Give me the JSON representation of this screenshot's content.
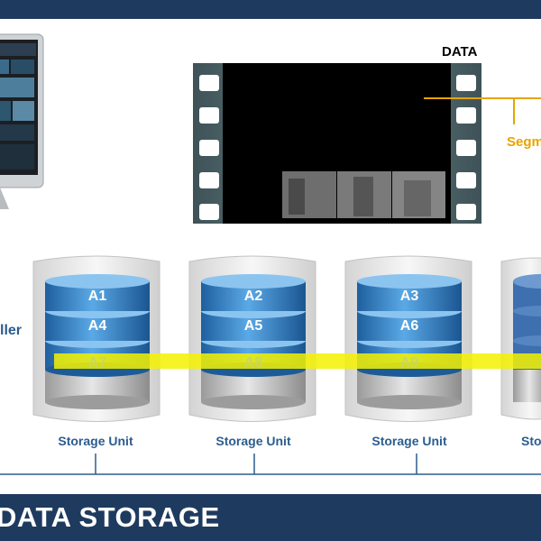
{
  "header": {
    "title": "DATA STORAGE"
  },
  "film": {
    "data_label": "DATA",
    "segment_label": "Segm"
  },
  "controller": {
    "label": "ller"
  },
  "storage_units": [
    {
      "label": "Storage Unit",
      "blocks": [
        "A1",
        "A4",
        "A7"
      ]
    },
    {
      "label": "Storage Unit",
      "blocks": [
        "A2",
        "A5",
        "A8"
      ]
    },
    {
      "label": "Storage Unit",
      "blocks": [
        "A3",
        "A6",
        "A9"
      ]
    },
    {
      "label": "Sto",
      "blocks": [
        "",
        "",
        ""
      ]
    }
  ],
  "colors": {
    "navy": "#1f3a5f",
    "disk_blue": "#2f7fc6",
    "stripe_yellow": "#f5f200",
    "segment_orange": "#e7a400",
    "label_blue": "#2b5d8f"
  }
}
